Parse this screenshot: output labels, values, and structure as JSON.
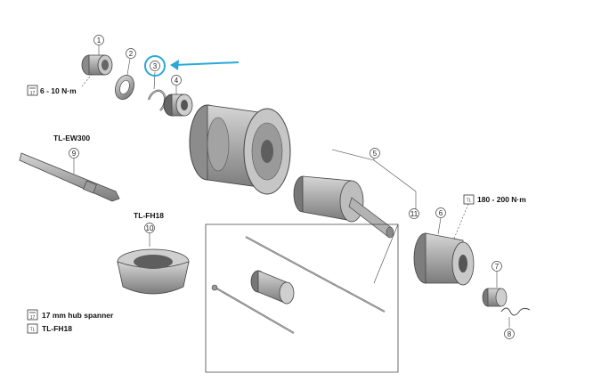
{
  "parts": [
    {
      "id": "part-1",
      "number": "1"
    },
    {
      "id": "part-2",
      "number": "2"
    },
    {
      "id": "part-3",
      "number": "3"
    },
    {
      "id": "part-4",
      "number": "4"
    },
    {
      "id": "part-5",
      "number": "5"
    },
    {
      "id": "part-6",
      "number": "6"
    },
    {
      "id": "part-7",
      "number": "7"
    },
    {
      "id": "part-8",
      "number": "8"
    },
    {
      "id": "part-9",
      "number": "9"
    },
    {
      "id": "part-10",
      "number": "10"
    },
    {
      "id": "part-11",
      "number": "11"
    }
  ],
  "labels": {
    "torque_small": "6 - 10 N·m",
    "torque_large": "180 - 200 N·m",
    "tool_ew300": "TL-EW300",
    "tool_fh18": "TL-FH18",
    "spanner_text": "17 mm hub spanner",
    "legend_tool": "TL-FH18",
    "wrench_size": "17",
    "tool_icon_text": "TL"
  },
  "colors": {
    "highlight": "#29a8d8",
    "part_fill": "#b8b8b8",
    "part_stroke": "#444444"
  },
  "icons": [
    "wrench-17-icon",
    "tool-icon",
    "highlight-arrow-icon"
  ]
}
